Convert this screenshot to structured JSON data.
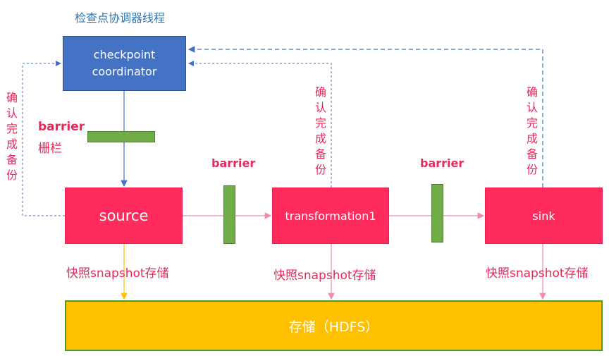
{
  "title": "检查点协调器线程",
  "nodes": {
    "coordinator": "checkpoint\ncoordinator",
    "source": "source",
    "transformation": "transformation1",
    "sink": "sink",
    "storage": "存储（HDFS）"
  },
  "labels": {
    "barrier_left": "barrier",
    "barrier_left_cn": "栅栏",
    "barrier_mid": "barrier",
    "barrier_right": "barrier",
    "confirm_vertical": "确认完成备份",
    "snapshot": "快照snapshot存储"
  },
  "colors": {
    "coordinator": "#4472c4",
    "coordinator_border": "#2f528f",
    "task": "#ff2b5c",
    "task_border": "#e81e4e",
    "barrier": "#70ad47",
    "barrier_border": "#507e32",
    "storage": "#ffc000",
    "storage_border": "#4c9a2a",
    "title": "#2e75b6",
    "accent_text": "#e8285a",
    "confirm_line": "#4472c4",
    "flow_line": "#f08cab",
    "storage_line": "#ffc000"
  }
}
